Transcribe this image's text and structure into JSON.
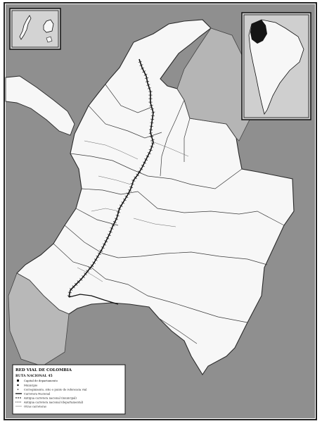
{
  "colors": {
    "sea": "#8f8f8f",
    "land": "#f7f7f7",
    "border": "#2a2a2a",
    "road": "#111111",
    "inset_highlight": "#151515"
  },
  "legend": {
    "title": "RED VIAL DE COLOMBIA",
    "subtitle": "RUTA NACIONAL 45",
    "items": [
      {
        "symbol": "filled-square-icon",
        "label": "Capital de departamento"
      },
      {
        "symbol": "dot-icon",
        "label": "Municipio"
      },
      {
        "symbol": "small-dot-icon",
        "label": "Corregimiento, sitio o punto de referencia vial"
      },
      {
        "symbol": "solid-line-icon",
        "label": "Carretera Nacional"
      },
      {
        "symbol": "dashed-line-icon",
        "label": "Antigua carretera nacional (municipal)"
      },
      {
        "symbol": "dotted-line-icon",
        "label": "Antigua carretera nacional (departamental)"
      },
      {
        "symbol": "thin-line-icon",
        "label": "Otras carreteras"
      }
    ]
  },
  "insets": [
    {
      "name": "san-andres-providencia-inset",
      "shows": "islands"
    },
    {
      "name": "south-america-locator-inset",
      "highlight": "Colombia"
    }
  ]
}
